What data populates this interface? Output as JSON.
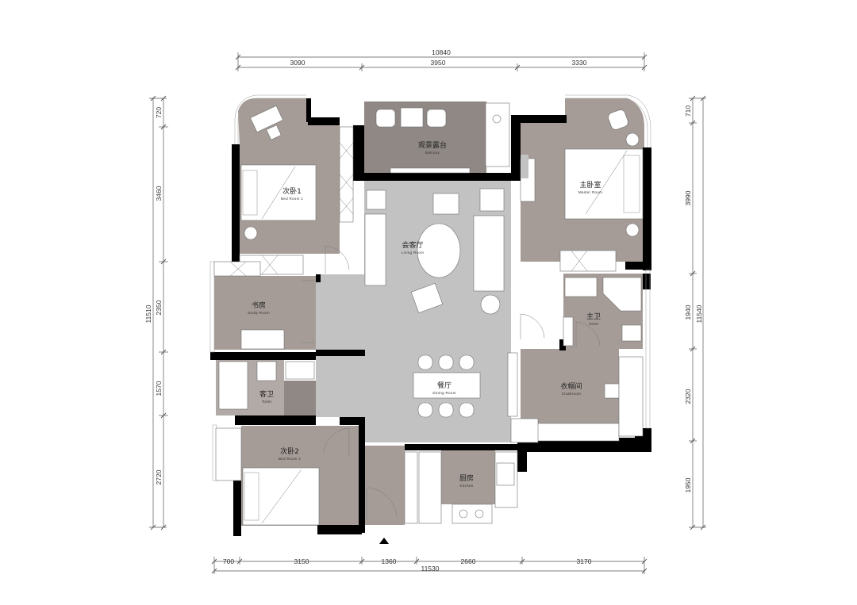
{
  "dimensions": {
    "top_total": "10840",
    "top_segments": [
      "3090",
      "3950",
      "3330"
    ],
    "bottom_total": "11530",
    "bottom_segments": [
      "700",
      "3150",
      "1360",
      "2660",
      "3170"
    ],
    "left_total": "11510",
    "left_segments": [
      "720",
      "3460",
      "2350",
      "1570",
      "2720"
    ],
    "right_total": "11540",
    "right_segments": [
      "710",
      "3990",
      "1940",
      "2320",
      "1950"
    ]
  },
  "rooms": {
    "balcony": {
      "cn": "观景露台",
      "en": "Balcony"
    },
    "bedroom1": {
      "cn": "次卧1",
      "en": "Bed Room 1"
    },
    "master": {
      "cn": "主卧室",
      "en": "Master Room"
    },
    "living": {
      "cn": "会客厅",
      "en": "Living Room"
    },
    "study": {
      "cn": "书房",
      "en": "Study Room"
    },
    "master_toilet": {
      "cn": "主卫",
      "en": "Toilet"
    },
    "toilet": {
      "cn": "客卫",
      "en": "Toilet"
    },
    "dining": {
      "cn": "餐厅",
      "en": "Dining Room"
    },
    "cloakroom": {
      "cn": "衣帽间",
      "en": "Cloakroom"
    },
    "bedroom2": {
      "cn": "次卧2",
      "en": "Bed Room 2"
    },
    "kitchen": {
      "cn": "厨房",
      "en": "Kitchen"
    }
  },
  "colors": {
    "room_fill": "#a59c97",
    "living_fill": "#c2c2c2",
    "wall": "#000000",
    "balcony_fill": "#8f8884"
  },
  "icons": {
    "entrance": "triangle-up-icon"
  }
}
